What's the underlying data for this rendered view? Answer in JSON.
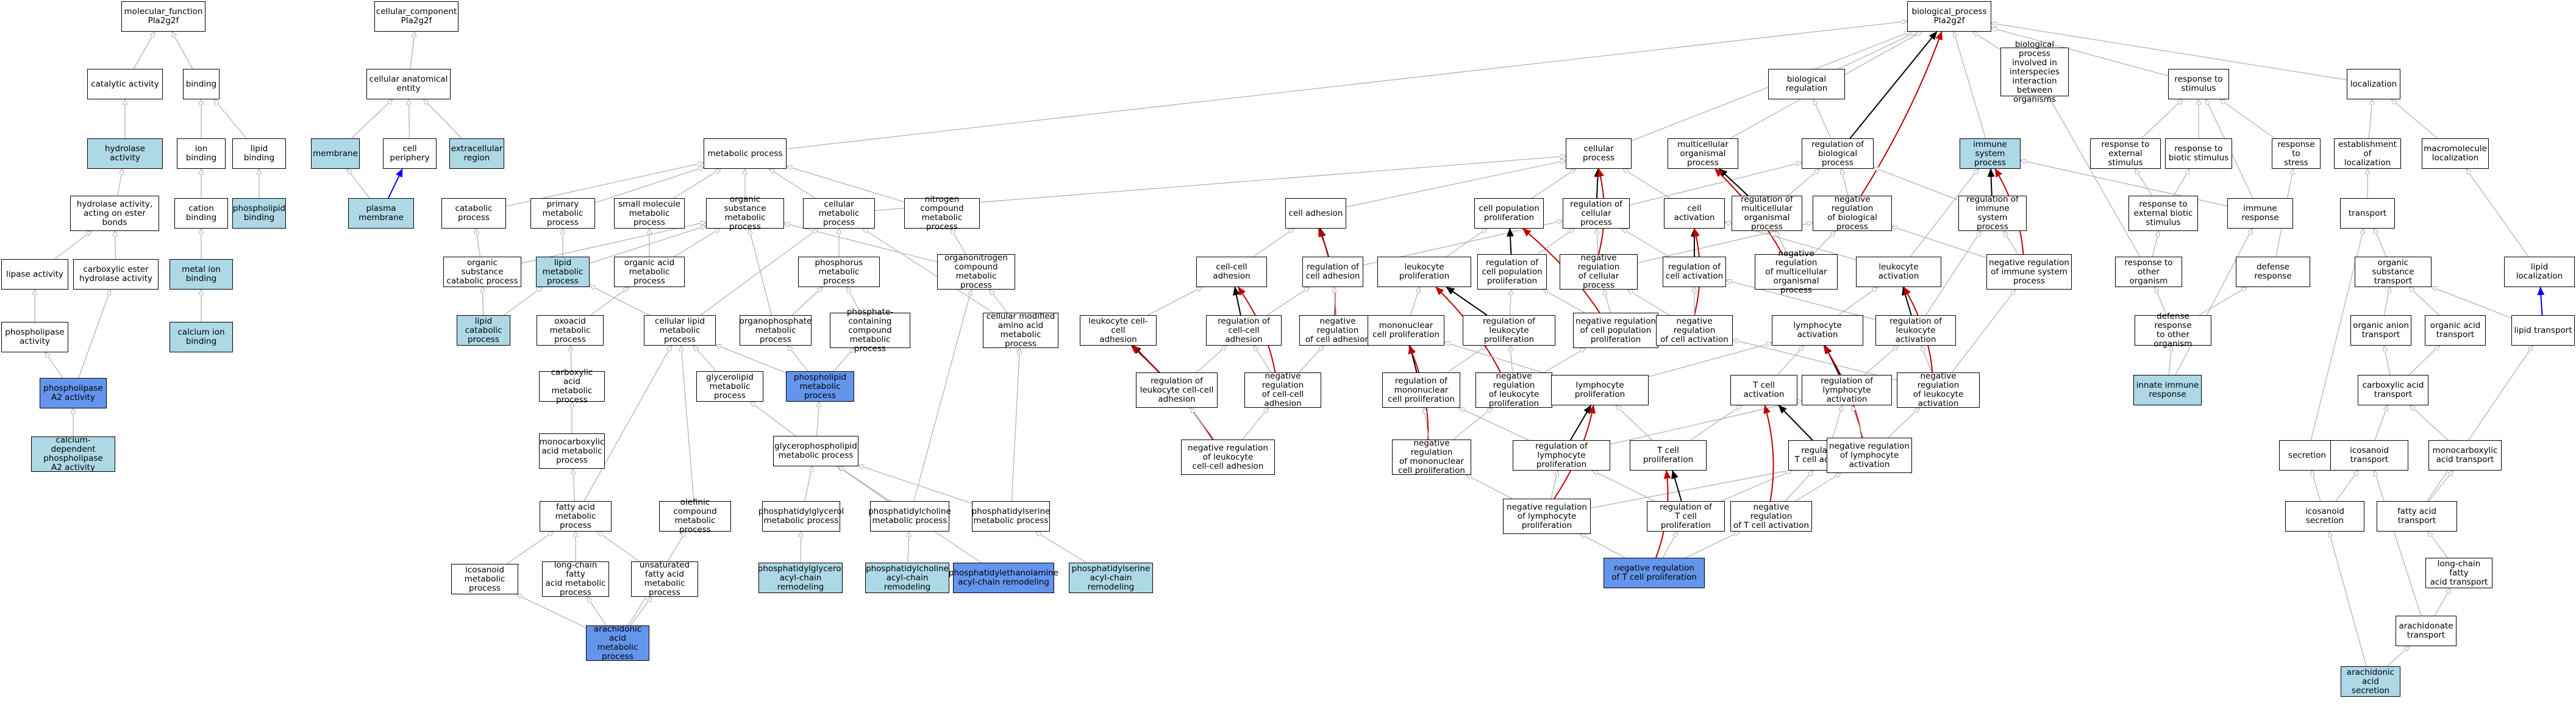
{
  "colors": {
    "annotated": "#add8e6",
    "highlight": "#6495ed",
    "is_a": "#b4b4b4",
    "part_of": "#0000ff",
    "regulates": "#000000",
    "negatively_regulates": "#c00000"
  },
  "nodes": [
    {
      "id": "mf",
      "label": "molecular_function\nPla2g2f",
      "k": "n"
    },
    {
      "id": "ca",
      "label": "catalytic activity",
      "k": "n"
    },
    {
      "id": "bind",
      "label": "binding",
      "k": "n"
    },
    {
      "id": "hyd",
      "label": "hydrolase activity",
      "k": "a"
    },
    {
      "id": "ionb",
      "label": "ion binding",
      "k": "n"
    },
    {
      "id": "lipb",
      "label": "lipid binding",
      "k": "n"
    },
    {
      "id": "hydest",
      "label": "hydrolase activity,\nacting on ester\nbonds",
      "k": "n"
    },
    {
      "id": "catb",
      "label": "cation binding",
      "k": "n"
    },
    {
      "id": "phlb",
      "label": "phospholipid\nbinding",
      "k": "a"
    },
    {
      "id": "lipase",
      "label": "lipase activity",
      "k": "n"
    },
    {
      "id": "carbest",
      "label": "carboxylic ester\nhydrolase activity",
      "k": "n"
    },
    {
      "id": "metb",
      "label": "metal ion binding",
      "k": "a"
    },
    {
      "id": "phlipase",
      "label": "phospholipase\nactivity",
      "k": "n"
    },
    {
      "id": "cab",
      "label": "calcium ion\nbinding",
      "k": "a"
    },
    {
      "id": "pla2",
      "label": "phospholipase\nA2 activity",
      "k": "h"
    },
    {
      "id": "capla2",
      "label": "calcium-dependent\nphospholipase\nA2 activity",
      "k": "a"
    },
    {
      "id": "cc",
      "label": "cellular_component\nPla2g2f",
      "k": "n"
    },
    {
      "id": "cae",
      "label": "cellular anatomical\nentity",
      "k": "n"
    },
    {
      "id": "mem",
      "label": "membrane",
      "k": "a"
    },
    {
      "id": "cper",
      "label": "cell periphery",
      "k": "n"
    },
    {
      "id": "extr",
      "label": "extracellular\nregion",
      "k": "a"
    },
    {
      "id": "pmem",
      "label": "plasma membrane",
      "k": "a"
    },
    {
      "id": "bp",
      "label": "biological_process\nPla2g2f",
      "k": "n"
    },
    {
      "id": "metp",
      "label": "metabolic process",
      "k": "n"
    },
    {
      "id": "catp",
      "label": "catabolic process",
      "k": "n"
    },
    {
      "id": "primp",
      "label": "primary metabolic\nprocess",
      "k": "n"
    },
    {
      "id": "smp",
      "label": "small molecule\nmetabolic process",
      "k": "n"
    },
    {
      "id": "osmp",
      "label": "organic substance\nmetabolic process",
      "k": "n"
    },
    {
      "id": "cmp",
      "label": "cellular metabolic\nprocess",
      "k": "n"
    },
    {
      "id": "ncmp",
      "label": "nitrogen compound\nmetabolic process",
      "k": "n"
    },
    {
      "id": "oscp",
      "label": "organic substance\ncatabolic process",
      "k": "n"
    },
    {
      "id": "lmp",
      "label": "lipid metabolic\nprocess",
      "k": "a"
    },
    {
      "id": "oamp",
      "label": "organic acid\nmetabolic process",
      "k": "n"
    },
    {
      "id": "phmp",
      "label": "phosphorus metabolic\nprocess",
      "k": "n"
    },
    {
      "id": "onmp",
      "label": "organonitrogen\ncompound metabolic\nprocess",
      "k": "n"
    },
    {
      "id": "lcp",
      "label": "lipid catabolic\nprocess",
      "k": "a"
    },
    {
      "id": "oxmp",
      "label": "oxoacid metabolic\nprocess",
      "k": "n"
    },
    {
      "id": "clmp",
      "label": "cellular lipid\nmetabolic process",
      "k": "n"
    },
    {
      "id": "orgp",
      "label": "organophosphate\nmetabolic process",
      "k": "n"
    },
    {
      "id": "pcmp",
      "label": "phosphate-containing\ncompound metabolic\nprocess",
      "k": "n"
    },
    {
      "id": "cmamp",
      "label": "cellular modified\namino acid metabolic\nprocess",
      "k": "n"
    },
    {
      "id": "camp",
      "label": "carboxylic acid\nmetabolic process",
      "k": "n"
    },
    {
      "id": "glmp",
      "label": "glycerolipid\nmetabolic process",
      "k": "n"
    },
    {
      "id": "plmp",
      "label": "phospholipid\nmetabolic process",
      "k": "h"
    },
    {
      "id": "mcmp",
      "label": "monocarboxylic\nacid metabolic\nprocess",
      "k": "n"
    },
    {
      "id": "gpmp",
      "label": "glycerophospholipid\nmetabolic process",
      "k": "n"
    },
    {
      "id": "famp",
      "label": "fatty acid metabolic\nprocess",
      "k": "n"
    },
    {
      "id": "ofmp",
      "label": "olefinic compound\nmetabolic process",
      "k": "n"
    },
    {
      "id": "pgmp",
      "label": "phosphatidylglycerol\nmetabolic process",
      "k": "n"
    },
    {
      "id": "pcholmp",
      "label": "phosphatidylcholine\nmetabolic process",
      "k": "n"
    },
    {
      "id": "psmp",
      "label": "phosphatidylserine\nmetabolic process",
      "k": "n"
    },
    {
      "id": "eimp",
      "label": "icosanoid metabolic\nprocess",
      "k": "n"
    },
    {
      "id": "lcfamp",
      "label": "long-chain fatty\nacid metabolic\nprocess",
      "k": "n"
    },
    {
      "id": "ufamp",
      "label": "unsaturated\nfatty acid metabolic\nprocess",
      "k": "n"
    },
    {
      "id": "pgacr",
      "label": "phosphatidylglycerol\nacyl-chain remodeling",
      "k": "a"
    },
    {
      "id": "pcacr",
      "label": "phosphatidylcholine\nacyl-chain remodeling",
      "k": "a"
    },
    {
      "id": "peacr",
      "label": "phosphatidylethanolamine\nacyl-chain remodeling",
      "k": "h"
    },
    {
      "id": "psacr",
      "label": "phosphatidylserine\nacyl-chain remodeling",
      "k": "a"
    },
    {
      "id": "aamp",
      "label": "arachidonic\nacid metabolic\nprocess",
      "k": "h"
    },
    {
      "id": "celp",
      "label": "cellular process",
      "k": "n"
    },
    {
      "id": "cadh",
      "label": "cell adhesion",
      "k": "n"
    },
    {
      "id": "ccadh",
      "label": "cell-cell adhesion",
      "k": "n"
    },
    {
      "id": "rcadh",
      "label": "regulation of\ncell adhesion",
      "k": "n"
    },
    {
      "id": "lccadh",
      "label": "leukocyte cell-cell\nadhesion",
      "k": "n"
    },
    {
      "id": "rccadh",
      "label": "regulation of\ncell-cell adhesion",
      "k": "n"
    },
    {
      "id": "nrcadh",
      "label": "negative regulation\nof cell adhesion",
      "k": "n"
    },
    {
      "id": "rlccadh",
      "label": "regulation of\nleukocyte cell-cell\nadhesion",
      "k": "n"
    },
    {
      "id": "nrccadh",
      "label": "negative regulation\nof cell-cell\nadhesion",
      "k": "n"
    },
    {
      "id": "nrlccadh",
      "label": "negative regulation\nof leukocyte\ncell-cell adhesion",
      "k": "n"
    },
    {
      "id": "cpp",
      "label": "cell population\nproliferation",
      "k": "n"
    },
    {
      "id": "rcelp",
      "label": "regulation of\ncellular process",
      "k": "n"
    },
    {
      "id": "lprol",
      "label": "leukocyte proliferation",
      "k": "n"
    },
    {
      "id": "rcpp",
      "label": "regulation of\ncell population\nproliferation",
      "k": "n"
    },
    {
      "id": "nrcelp",
      "label": "negative regulation\nof cellular\nprocess",
      "k": "n"
    },
    {
      "id": "mncp",
      "label": "mononuclear\ncell proliferation",
      "k": "n"
    },
    {
      "id": "rlprol",
      "label": "regulation of\nleukocyte proliferation",
      "k": "n"
    },
    {
      "id": "nrcpp",
      "label": "negative regulation\nof cell population\nproliferation",
      "k": "n"
    },
    {
      "id": "rmncp",
      "label": "regulation of\nmononuclear\ncell proliferation",
      "k": "n"
    },
    {
      "id": "nrlprol",
      "label": "negative regulation\nof leukocyte\nproliferation",
      "k": "n"
    },
    {
      "id": "nrmncp",
      "label": "negative regulation\nof mononuclear\ncell proliferation",
      "k": "n"
    },
    {
      "id": "mop",
      "label": "multicellular\norganismal process",
      "k": "n"
    },
    {
      "id": "breg",
      "label": "biological regulation",
      "k": "n"
    },
    {
      "id": "rbp",
      "label": "regulation of\nbiological process",
      "k": "n"
    },
    {
      "id": "cact",
      "label": "cell activation",
      "k": "n"
    },
    {
      "id": "rmop",
      "label": "regulation of\nmulticellular\norganismal process",
      "k": "n"
    },
    {
      "id": "nrbp",
      "label": "negative regulation\nof biological\nprocess",
      "k": "n"
    },
    {
      "id": "rcact",
      "label": "regulation of\ncell activation",
      "k": "n"
    },
    {
      "id": "nrmop",
      "label": "negative regulation\nof multicellular\norganismal process",
      "k": "n"
    },
    {
      "id": "nrcact",
      "label": "negative regulation\nof cell activation",
      "k": "n"
    },
    {
      "id": "ims",
      "label": "immune system\nprocess",
      "k": "a"
    },
    {
      "id": "bpio",
      "label": "biological process\ninvolved in\ninterspecies\ninteraction\nbetween organisms",
      "k": "n"
    },
    {
      "id": "rts",
      "label": "response to\nstimulus",
      "k": "n"
    },
    {
      "id": "rims",
      "label": "regulation of\nimmune system\nprocess",
      "k": "n"
    },
    {
      "id": "nrims",
      "label": "negative regulation\nof immune system\nprocess",
      "k": "n"
    },
    {
      "id": "lact",
      "label": "leukocyte activation",
      "k": "n"
    },
    {
      "id": "rles",
      "label": "response to\nexternal stimulus",
      "k": "n"
    },
    {
      "id": "rbs",
      "label": "response to\nbiotic stimulus",
      "k": "n"
    },
    {
      "id": "rstress",
      "label": "response to\nstress",
      "k": "n"
    },
    {
      "id": "rebs",
      "label": "response to\nexternal biotic\nstimulus",
      "k": "n"
    },
    {
      "id": "imr",
      "label": "immune response",
      "k": "n"
    },
    {
      "id": "rtoo",
      "label": "response to\nother organism",
      "k": "n"
    },
    {
      "id": "defr",
      "label": "defense response",
      "k": "n"
    },
    {
      "id": "droo",
      "label": "defense response\nto other organism",
      "k": "n"
    },
    {
      "id": "iir",
      "label": "innate immune\nresponse",
      "k": "a"
    },
    {
      "id": "ract",
      "label": "regulation of\nleukocyte activation",
      "k": "n"
    },
    {
      "id": "lyact",
      "label": "lymphocyte activation",
      "k": "n"
    },
    {
      "id": "nrlact",
      "label": "negative regulation\nof leukocyte\nactivation",
      "k": "n"
    },
    {
      "id": "lyprol",
      "label": "lymphocyte proliferation",
      "k": "n"
    },
    {
      "id": "tact",
      "label": "T cell activation",
      "k": "n"
    },
    {
      "id": "rlyact",
      "label": "regulation of\nlymphocyte activation",
      "k": "n"
    },
    {
      "id": "rlyprol",
      "label": "regulation of\nlymphocyte proliferation",
      "k": "n"
    },
    {
      "id": "tprol",
      "label": "T cell proliferation",
      "k": "n"
    },
    {
      "id": "rtact",
      "label": "regulation of\nT cell activation",
      "k": "n"
    },
    {
      "id": "nrlyact",
      "label": "negative regulation\nof lymphocyte\nactivation",
      "k": "n"
    },
    {
      "id": "nrlyprol",
      "label": "negative regulation\nof lymphocyte\nproliferation",
      "k": "n"
    },
    {
      "id": "rtprol",
      "label": "regulation of\nT cell proliferation",
      "k": "n"
    },
    {
      "id": "nrtact",
      "label": "negative regulation\nof T cell activation",
      "k": "n"
    },
    {
      "id": "nrtprol",
      "label": "negative regulation\nof T cell proliferation",
      "k": "h"
    },
    {
      "id": "loc",
      "label": "localization",
      "k": "n"
    },
    {
      "id": "estloc",
      "label": "establishment of\nlocalization",
      "k": "n"
    },
    {
      "id": "macloc",
      "label": "macromolecule\nlocalization",
      "k": "n"
    },
    {
      "id": "trans",
      "label": "transport",
      "k": "n"
    },
    {
      "id": "ostr",
      "label": "organic substance\ntransport",
      "k": "n"
    },
    {
      "id": "liploc",
      "label": "lipid localization",
      "k": "n"
    },
    {
      "id": "oantr",
      "label": "organic anion\ntransport",
      "k": "n"
    },
    {
      "id": "oatr",
      "label": "organic acid\ntransport",
      "k": "n"
    },
    {
      "id": "liptr",
      "label": "lipid transport",
      "k": "n"
    },
    {
      "id": "catr",
      "label": "carboxylic acid\ntransport",
      "k": "n"
    },
    {
      "id": "secr",
      "label": "secretion",
      "k": "n"
    },
    {
      "id": "eitr",
      "label": "icosanoid transport",
      "k": "n"
    },
    {
      "id": "mctr",
      "label": "monocarboxylic\nacid transport",
      "k": "n"
    },
    {
      "id": "eisec",
      "label": "icosanoid secretion",
      "k": "n"
    },
    {
      "id": "fatr",
      "label": "fatty acid transport",
      "k": "n"
    },
    {
      "id": "lcfatr",
      "label": "long-chain fatty\nacid transport",
      "k": "n"
    },
    {
      "id": "aatr",
      "label": "arachidonate\ntransport",
      "k": "n"
    },
    {
      "id": "aasec",
      "label": "arachidonic\nacid secretion",
      "k": "a"
    }
  ]
}
